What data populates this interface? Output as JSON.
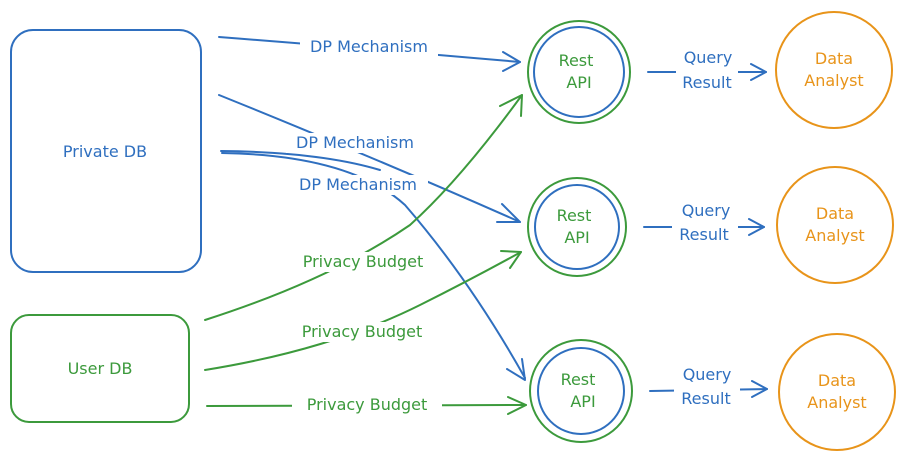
{
  "nodes": {
    "private_db": "Private DB",
    "user_db": "User DB",
    "rest_api_line1": "Rest",
    "rest_api_line2": "API",
    "analyst_line1": "Data",
    "analyst_line2": "Analyst"
  },
  "edges": {
    "dp_mechanism": "DP Mechanism",
    "privacy_budget": "Privacy Budget",
    "query_line1": "Query",
    "query_line2": "Result"
  },
  "colors": {
    "blue": "#2f6fbf",
    "green": "#3c9a3c",
    "orange": "#e8941a"
  }
}
